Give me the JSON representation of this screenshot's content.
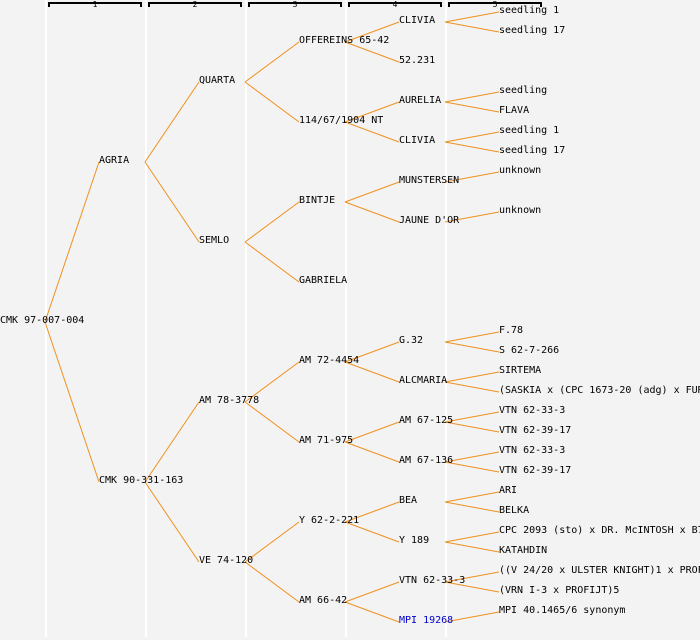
{
  "generation_headers": [
    "1",
    "2",
    "3",
    "4",
    "5"
  ],
  "colors": {
    "edge": "#f0901e",
    "link": "#0000cc",
    "text": "#000000",
    "background": "#f3f3f3"
  },
  "pedigree": {
    "label": "CMK 97-007-004",
    "children": [
      {
        "label": "AGRIA",
        "children": [
          {
            "label": "QUARTA",
            "children": [
              {
                "label": "OFFEREINS 65-42",
                "children": [
                  {
                    "label": "CLIVIA",
                    "children": [
                      {
                        "label": "seedling 1"
                      },
                      {
                        "label": "seedling 17"
                      }
                    ]
                  },
                  {
                    "label": "52.231"
                  }
                ]
              },
              {
                "label": "114/67/1904 NT",
                "children": [
                  {
                    "label": "AURELIA",
                    "children": [
                      {
                        "label": "seedling"
                      },
                      {
                        "label": "FLAVA"
                      }
                    ]
                  },
                  {
                    "label": "CLIVIA",
                    "children": [
                      {
                        "label": "seedling 1"
                      },
                      {
                        "label": "seedling 17"
                      }
                    ]
                  }
                ]
              }
            ]
          },
          {
            "label": "SEMLO",
            "children": [
              {
                "label": "BINTJE",
                "children": [
                  {
                    "label": "MUNSTERSEN",
                    "children": [
                      {
                        "label": "unknown"
                      }
                    ]
                  },
                  {
                    "label": "JAUNE D'OR",
                    "children": [
                      {
                        "label": "unknown"
                      }
                    ]
                  }
                ]
              },
              {
                "label": "GABRIELA"
              }
            ]
          }
        ]
      },
      {
        "label": "CMK 90-331-163",
        "children": [
          {
            "label": "AM 78-3778",
            "children": [
              {
                "label": "AM 72-4454",
                "children": [
                  {
                    "label": "G.32",
                    "children": [
                      {
                        "label": "F.78"
                      },
                      {
                        "label": "S 62-7-266"
                      }
                    ]
                  },
                  {
                    "label": "ALCMARIA",
                    "children": [
                      {
                        "label": "SIRTEMA"
                      },
                      {
                        "label": "(SASKIA x (CPC 1673-20 (adg) x FUR"
                      }
                    ]
                  }
                ]
              },
              {
                "label": "AM 71-975",
                "children": [
                  {
                    "label": "AM 67-125",
                    "children": [
                      {
                        "label": "VTN 62-33-3"
                      },
                      {
                        "label": "VTN 62-39-17"
                      }
                    ]
                  },
                  {
                    "label": "AM 67-136",
                    "children": [
                      {
                        "label": "VTN 62-33-3"
                      },
                      {
                        "label": "VTN 62-39-17"
                      }
                    ]
                  }
                ]
              }
            ]
          },
          {
            "label": "VE 74-120",
            "children": [
              {
                "label": "Y 62-2-221",
                "children": [
                  {
                    "label": "BEA",
                    "children": [
                      {
                        "label": "ARI"
                      },
                      {
                        "label": "BELKA"
                      }
                    ]
                  },
                  {
                    "label": "Y 189",
                    "children": [
                      {
                        "label": "CPC 2093 (sto) x DR. McINTOSH x B7"
                      },
                      {
                        "label": "KATAHDIN"
                      }
                    ]
                  }
                ]
              },
              {
                "label": "AM 66-42",
                "children": [
                  {
                    "label": "VTN 62-33-3",
                    "children": [
                      {
                        "label": "((V 24/20 x ULSTER KNIGHT)1 x PROF"
                      },
                      {
                        "label": "(VRN I-3 x PROFIJT)5"
                      }
                    ]
                  },
                  {
                    "label": "MPI 19268",
                    "link": true,
                    "children": [
                      {
                        "label": "MPI 40.1465/6 synonym"
                      }
                    ]
                  }
                ]
              }
            ]
          }
        ]
      }
    ]
  }
}
